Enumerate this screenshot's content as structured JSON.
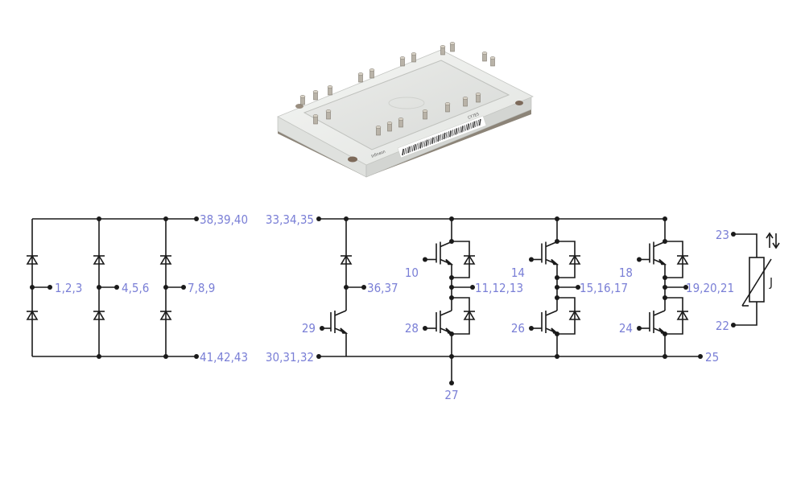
{
  "photo": {
    "marking": "CY7E5",
    "brand": "Infineon"
  },
  "diagram": {
    "line_color": "#1a1a1a",
    "label_color": "#7a7fd6",
    "rectifier": {
      "top_terminal": "38,39,40",
      "bottom_terminal": "41,42,43",
      "phase_terminals": [
        "1,2,3",
        "4,5,6",
        "7,8,9"
      ]
    },
    "brake": {
      "top_terminal": "33,34,35",
      "bottom_terminal": "30,31,32",
      "output_terminal": "36,37",
      "gate_terminal": "29"
    },
    "inverter": {
      "legs": [
        {
          "gate_high": "10",
          "gate_low": "28",
          "output": "11,12,13"
        },
        {
          "gate_high": "14",
          "gate_low": "26",
          "output": "15,16,17"
        },
        {
          "gate_high": "18",
          "gate_low": "24",
          "output": "19,20,21"
        }
      ],
      "emitter_sense_terminal": "25",
      "bottom_terminal": "27"
    },
    "ntc": {
      "terminal_top": "23",
      "terminal_bottom": "22",
      "symbol": "J"
    }
  }
}
